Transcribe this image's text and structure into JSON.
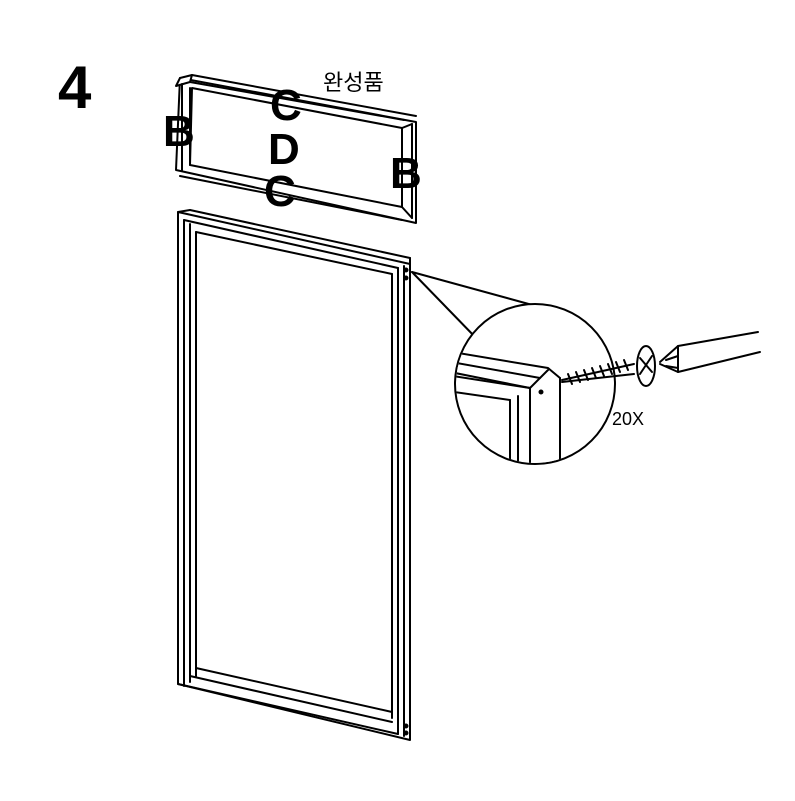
{
  "step_number": "4",
  "finished_label": "완성품",
  "part_labels": {
    "b_left": "B",
    "c_top": "C",
    "d_center": "D",
    "c_bottom": "C",
    "b_right": "B"
  },
  "screw_quantity": "20X",
  "colors": {
    "line": "#000000",
    "background": "#ffffff"
  }
}
